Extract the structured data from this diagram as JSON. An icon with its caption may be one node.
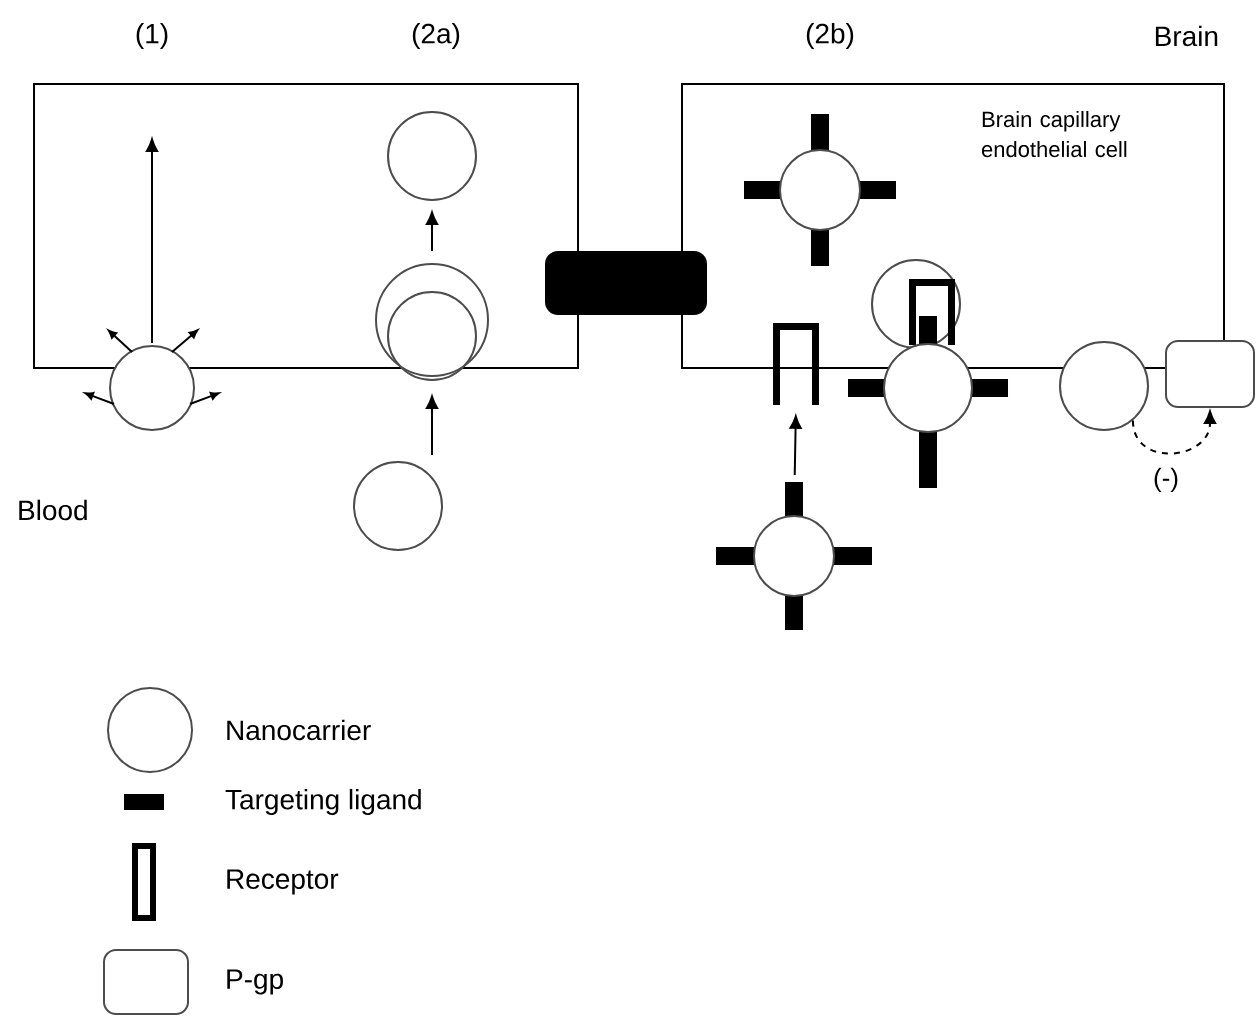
{
  "diagram": {
    "nodes": [
      {
        "text": [],
        "shape": "box"
      },
      {
        "text": [],
        "shape": "box"
      },
      {
        "text": [
          "Brain capillary endothelial cell"
        ]
      },
      {
        "text": [],
        "shape": "circle"
      },
      {
        "text": [],
        "shape": "circle",
        "in": 0
      },
      {
        "text": [],
        "shape": "circle"
      },
      {
        "text": [],
        "shape": "circle",
        "in": 5
      },
      {
        "text": [],
        "shape": "circle"
      },
      {
        "text": [],
        "shape": "circle",
        "in": 2
      },
      {
        "text": [],
        "shape": "bar"
      },
      {
        "text": [],
        "shape": "circle",
        "in": 2
      },
      {
        "text": [],
        "shape": "circle"
      },
      {
        "text": [],
        "shape": "bar",
        "in": 10
      },
      {
        "text": [],
        "shape": "circle"
      },
      {
        "text": [],
        "shape": "circle"
      },
      {
        "text": [],
        "shape": "box"
      }
    ],
    "edges": [
      {
        "from": 3,
        "to": null,
        "arrow": "to"
      },
      {
        "from": 7,
        "to": 5,
        "arrow": "to"
      },
      {
        "from": 5,
        "to": 4,
        "arrow": "to"
      },
      {
        "from": 13,
        "to": 9,
        "arrow": "to"
      },
      {
        "from": 14,
        "to": 15,
        "arrow": "to",
        "style": "dashed",
        "label": "(-)"
      }
    ],
    "labels": [
      "(1)",
      "(2a)",
      "(2b)",
      "Brain",
      "Blood"
    ],
    "legend": [
      {
        "text": "Nanocarrier"
      },
      {
        "text": "Targeting ligand"
      },
      {
        "text": "Receptor"
      },
      {
        "text": "P-gp"
      }
    ]
  }
}
